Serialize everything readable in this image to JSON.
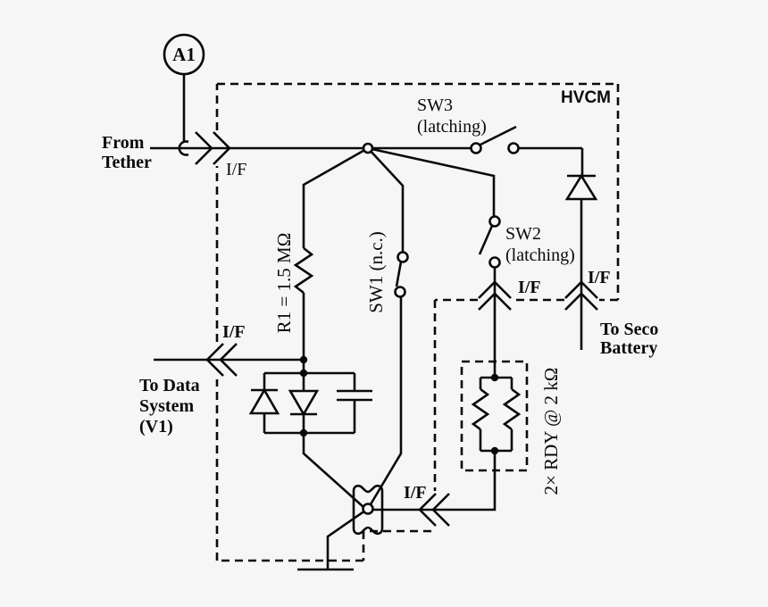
{
  "diagram": {
    "module_label": "HVCM",
    "assembly_label": "A1",
    "from_tether": {
      "line1": "From",
      "line2": "Tether"
    },
    "to_data_system": {
      "line1": "To Data",
      "line2": "System",
      "line3": "(V1)"
    },
    "to_seco_battery": {
      "line1": "To Seco",
      "line2": "Battery"
    },
    "interface_label": "I/F",
    "switches": {
      "sw1": "SW1 (n.c.)",
      "sw2": "SW2",
      "sw2_type": "(latching)",
      "sw3": "SW3",
      "sw3_type": "(latching)"
    },
    "components": {
      "r1": "R1 = 1.5 MΩ",
      "rdy": "2× RDY @ 2 kΩ"
    },
    "colors": {
      "line": "#0a0a0a",
      "background": "#f6f6f6"
    }
  }
}
